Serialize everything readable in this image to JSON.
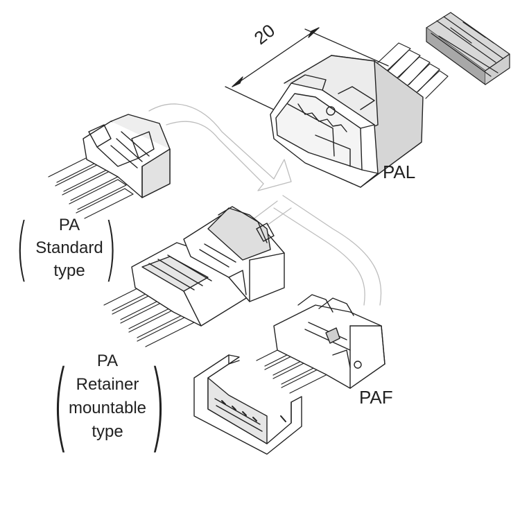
{
  "dimension_label": "20",
  "labels": {
    "pal": "PAL",
    "paf": "PAF",
    "pa_standard": [
      "PA",
      "Standard",
      "type"
    ],
    "pa_retainer": [
      "PA",
      "Retainer",
      "mountable",
      "type"
    ]
  },
  "colors": {
    "line": "#222222",
    "fill": "#ffffff",
    "shade": "#c9c9c9",
    "shade_dark": "#8c8c8c",
    "arrow": "#cfcfcf"
  }
}
